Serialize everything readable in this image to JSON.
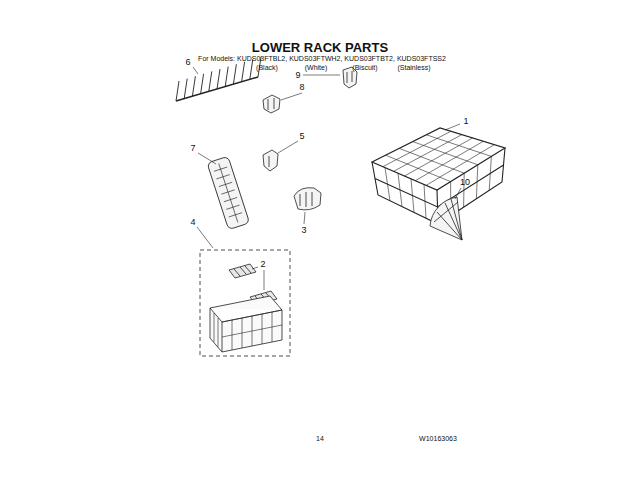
{
  "diagram": {
    "title": "LOWER RACK PARTS",
    "labels": [
      "For Models: KUDS03FTBL2, KUDS03FTWH2, KUDS03FTBT2, KUDS03FTSS2",
      "(Black)",
      "(White)",
      "(Biscuit)",
      "(Stainless)",
      "1",
      "2",
      "3",
      "4",
      "5",
      "6",
      "7",
      "8",
      "9",
      "10",
      "14",
      "W10163063"
    ]
  }
}
